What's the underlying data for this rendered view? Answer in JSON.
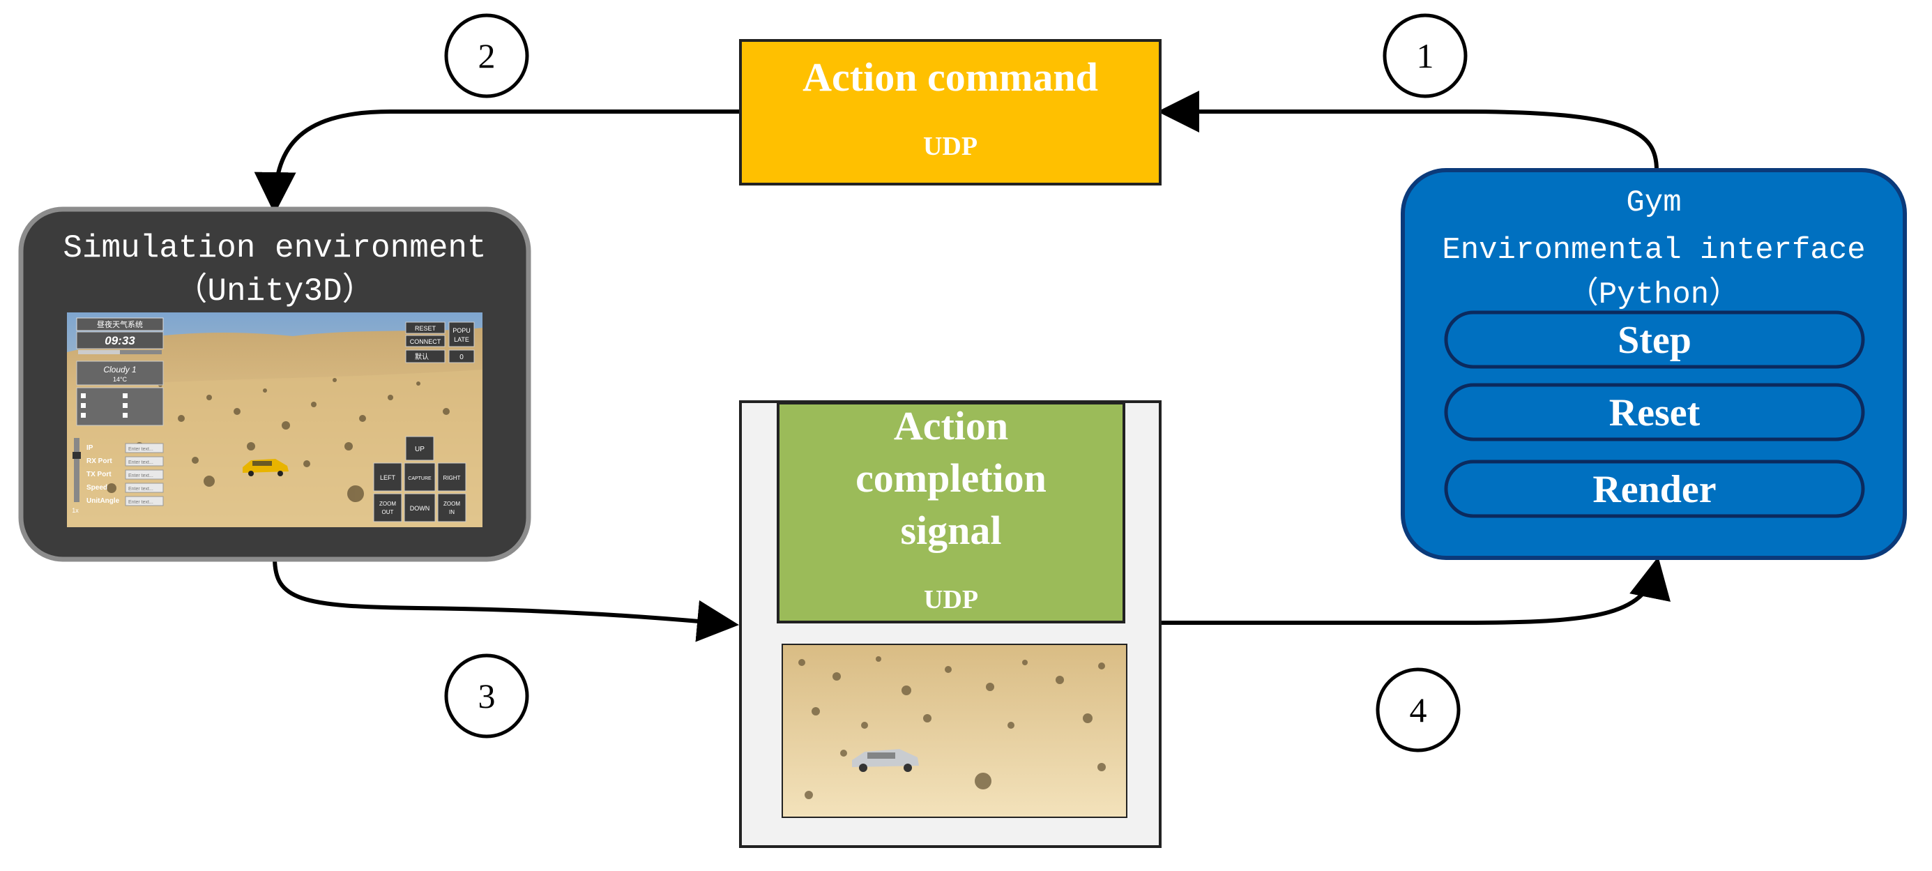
{
  "steps": [
    "1",
    "2",
    "3",
    "4"
  ],
  "action_command": {
    "title": "Action command",
    "protocol": "UDP",
    "color": "#FFC000"
  },
  "simulation": {
    "title": "Simulation environment",
    "subtitle": "（Unity3D）",
    "color": "#3C3C3C",
    "screenshot": {
      "weather_title": "昼夜天气系统",
      "time": "09:33",
      "weather": "Cloudy 1",
      "temperature": "14°C",
      "buttons": {
        "reset": "RESET",
        "connect": "CONNECT",
        "popu": "POPU",
        "late": "LATE",
        "default": "默认",
        "zero": "0",
        "up": "UP",
        "left": "LEFT",
        "capture": "CAPTURE",
        "right": "RIGHT",
        "zoom": "ZOOM",
        "out": "OUT",
        "down": "DOWN",
        "in": "IN"
      },
      "fields": [
        "IP",
        "RX Port",
        "TX Port",
        "Speed",
        "UnitAngle"
      ],
      "field_placeholder": "Enter text...",
      "slider_label": "1x"
    }
  },
  "completion": {
    "line1": "Action",
    "line2": "completion",
    "line3": "signal",
    "protocol": "UDP",
    "color": "#9BBB59"
  },
  "gym": {
    "title": "Gym",
    "line2": "Environmental interface",
    "line3": "（Python）",
    "color": "#0070C0",
    "buttons": [
      "Step",
      "Reset",
      "Render"
    ]
  }
}
